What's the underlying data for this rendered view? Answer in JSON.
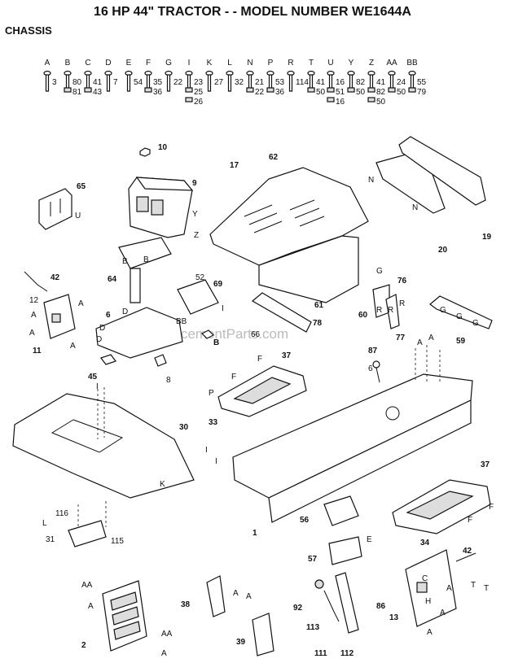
{
  "title": "16 HP 44\" TRACTOR - - MODEL NUMBER WE1644A",
  "section": "CHASSIS",
  "watermark": "eReplacementParts.com",
  "hardware": [
    {
      "letter": "A",
      "parts": [
        "3"
      ]
    },
    {
      "letter": "B",
      "parts": [
        "80",
        "81"
      ]
    },
    {
      "letter": "C",
      "parts": [
        "41",
        "43"
      ]
    },
    {
      "letter": "D",
      "parts": [
        "7"
      ]
    },
    {
      "letter": "E",
      "parts": [
        "54"
      ]
    },
    {
      "letter": "F",
      "parts": [
        "35",
        "36"
      ]
    },
    {
      "letter": "G",
      "parts": [
        "22"
      ]
    },
    {
      "letter": "I",
      "parts": [
        "23",
        "25",
        "26"
      ]
    },
    {
      "letter": "K",
      "parts": [
        "27"
      ]
    },
    {
      "letter": "L",
      "parts": [
        "32"
      ]
    },
    {
      "letter": "N",
      "parts": [
        "21",
        "22"
      ]
    },
    {
      "letter": "P",
      "parts": [
        "53",
        "36"
      ]
    },
    {
      "letter": "R",
      "parts": [
        "114"
      ]
    },
    {
      "letter": "T",
      "parts": [
        "41",
        "50"
      ]
    },
    {
      "letter": "U",
      "parts": [
        "16",
        "51",
        "16"
      ]
    },
    {
      "letter": "Y",
      "parts": [
        "82",
        "50"
      ]
    },
    {
      "letter": "Z",
      "parts": [
        "41",
        "82",
        "50"
      ]
    },
    {
      "letter": "AA",
      "parts": [
        "24",
        "50"
      ]
    },
    {
      "letter": "BB",
      "parts": [
        "55",
        "79"
      ]
    }
  ],
  "callouts": {
    "p10": "10",
    "p9": "9",
    "pY": "Y",
    "pZ": "Z",
    "p65": "65",
    "pU": "U",
    "p17": "17",
    "p62": "62",
    "pN1": "N",
    "pN2": "N",
    "p19": "19",
    "p20": "20",
    "pG1": "G",
    "p61": "61",
    "p60": "60",
    "p76": "76",
    "pR1": "R",
    "pR2": "R",
    "pR3": "R",
    "p77": "77",
    "pG2": "G",
    "pG3": "G",
    "pG4": "G",
    "p59": "59",
    "p78": "78",
    "p66": "66",
    "pB1": "B",
    "pB2": "B",
    "p64": "64",
    "p52": "52",
    "p69": "69",
    "pI1": "I",
    "pBB": "BB",
    "pB3": "B",
    "p42a": "42",
    "p12": "12",
    "pA1": "A",
    "pA2": "A",
    "pA3": "A",
    "pA4": "A",
    "p11": "11",
    "p6": "6",
    "pD1": "D",
    "pD2": "D",
    "pD3": "D",
    "p45": "45",
    "p8": "8",
    "pF1": "F",
    "p37a": "37",
    "p87": "87",
    "pP": "P",
    "pF2": "F",
    "p33": "33",
    "pA5": "A",
    "pA6": "A",
    "p6b": "6",
    "pI2": "I",
    "p30": "30",
    "pI3": "I",
    "pI4": "I",
    "pK": "K",
    "p116": "116",
    "pL": "L",
    "p31": "31",
    "p115": "115",
    "p1": "1",
    "p56": "56",
    "p57": "57",
    "pE": "E",
    "p37b": "37",
    "pF3": "F",
    "pF4": "F",
    "p34": "34",
    "p42b": "42",
    "pC": "C",
    "pT1": "T",
    "pT2": "T",
    "pH": "H",
    "pA7": "A",
    "pA8": "A",
    "pA9": "A",
    "p86": "86",
    "p13": "13",
    "pAA1": "AA",
    "pA10": "A",
    "p2": "2",
    "pAA2": "AA",
    "pA11": "A",
    "p38": "38",
    "pA12": "A",
    "p39": "39",
    "pA13": "A",
    "p92": "92",
    "p113": "113",
    "p111": "111",
    "p112": "112"
  }
}
